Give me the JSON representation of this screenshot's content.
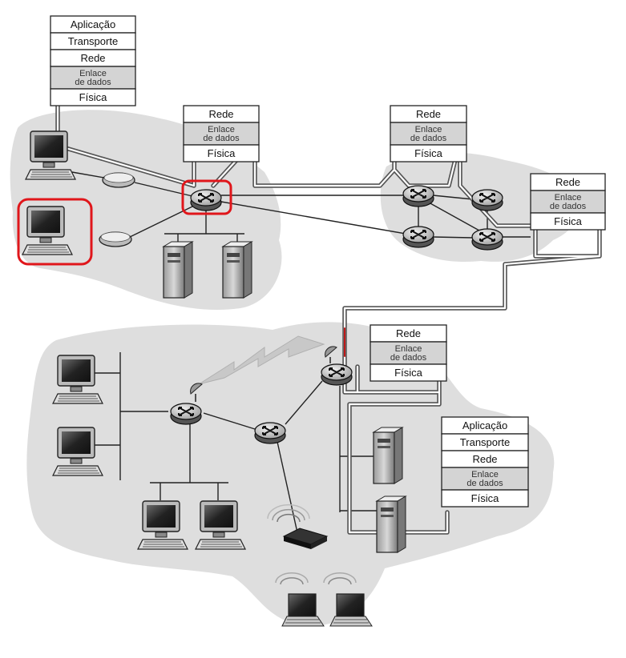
{
  "colors": {
    "cloud": "#dedede",
    "stack_border": "#222222",
    "stack_link_fill": "#d4d4d4",
    "path_line": "#555555",
    "path_highlight": "#ffffff",
    "highlight": "#e0161b",
    "router_fill": "#cfcfcf"
  },
  "stacks": [
    {
      "id": "host-source-stack",
      "layers": [
        {
          "kind": "text",
          "label": "Aplicação"
        },
        {
          "kind": "text",
          "label": "Transporte"
        },
        {
          "kind": "text",
          "label": "Rede"
        },
        {
          "kind": "link",
          "label_line1": "Enlace",
          "label_line2": "de dados"
        },
        {
          "kind": "text",
          "label": "Física"
        }
      ]
    },
    {
      "id": "router-1-stack",
      "layers": [
        {
          "kind": "text",
          "label": "Rede"
        },
        {
          "kind": "link",
          "label_line1": "Enlace",
          "label_line2": "de dados"
        },
        {
          "kind": "text",
          "label": "Física"
        }
      ]
    },
    {
      "id": "router-2-stack",
      "layers": [
        {
          "kind": "text",
          "label": "Rede"
        },
        {
          "kind": "link",
          "label_line1": "Enlace",
          "label_line2": "de dados"
        },
        {
          "kind": "text",
          "label": "Física"
        }
      ]
    },
    {
      "id": "router-3-stack",
      "layers": [
        {
          "kind": "text",
          "label": "Rede"
        },
        {
          "kind": "link",
          "label_line1": "Enlace",
          "label_line2": "de dados"
        },
        {
          "kind": "text",
          "label": "Física"
        }
      ]
    },
    {
      "id": "router-4-stack",
      "layers": [
        {
          "kind": "text",
          "label": "Rede"
        },
        {
          "kind": "link",
          "label_line1": "Enlace",
          "label_line2": "de dados"
        },
        {
          "kind": "text",
          "label": "Física"
        }
      ]
    },
    {
      "id": "host-destination-stack",
      "layers": [
        {
          "kind": "text",
          "label": "Aplicação"
        },
        {
          "kind": "text",
          "label": "Transporte"
        },
        {
          "kind": "text",
          "label": "Rede"
        },
        {
          "kind": "link",
          "label_line1": "Enlace",
          "label_line2": "de dados"
        },
        {
          "kind": "text",
          "label": "Física"
        }
      ]
    }
  ],
  "highlights": [
    "source-host",
    "first-hop-router"
  ],
  "icons": [
    "desktop-computer-icon",
    "router-icon",
    "server-tower-icon",
    "modem-icon",
    "wireless-access-point-icon",
    "laptop-icon",
    "satellite-dish-icon",
    "wireless-link-icon"
  ]
}
